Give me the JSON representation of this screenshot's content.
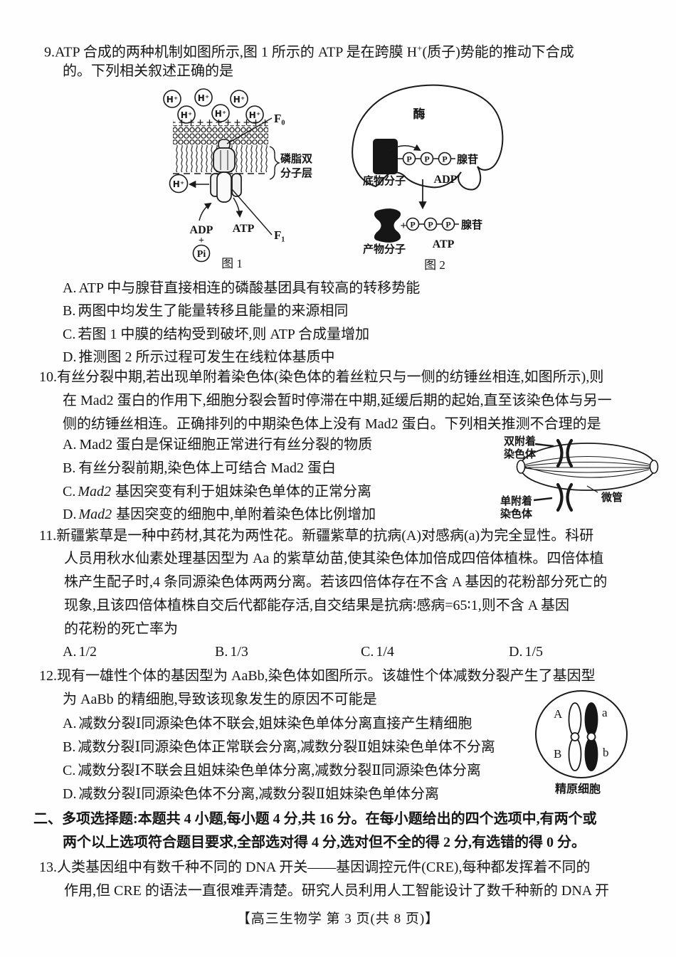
{
  "page": {
    "footer": "【高三生物学 第 3 页(共 8 页)】"
  },
  "q9": {
    "stem1_pre": "9.ATP 合成的两种机制如图所示,图 1 所示的 ATP 是在跨膜 H",
    "stem1_sup": "+",
    "stem1_post": "(质子)势能的推动下合成",
    "stem2": "的。下列相关叙述正确的是",
    "options": [
      {
        "label": "A.",
        "text": "ATP 中与腺苷直接相连的磷酸基团具有较高的转移势能"
      },
      {
        "label": "B.",
        "text": "两图中均发生了能量转移且能量的来源相同"
      },
      {
        "label": "C.",
        "text": "若图 1 中膜的结构受到破坏,则 ATP 合成量增加"
      },
      {
        "label": "D.",
        "text": "推测图 2 所示过程可发生在线粒体基质中"
      }
    ]
  },
  "fig1": {
    "hplus": "H⁺",
    "f0": "F₀",
    "f1": "F₁",
    "bilayer1": "磷脂双",
    "bilayer2": "分子层",
    "adp": "ADP",
    "plus": "+",
    "pi": "Pi",
    "atp": "ATP",
    "caption": "图 1"
  },
  "fig2": {
    "enzyme": "酶",
    "substrate": "底物分子",
    "product": "产物分子",
    "p": "P",
    "adenosine": "腺苷",
    "adp": "ADP",
    "plus": "+",
    "atp": "ATP",
    "caption": "图 2"
  },
  "q10": {
    "stem_lines": [
      "10.有丝分裂中期,若出现单附着染色体(染色体的着丝粒只与一侧的纺锤丝相连,如图所示),则",
      "在 Mad2 蛋白的作用下,细胞分裂会暂时停滞在中期,延缓后期的起始,直至该染色体与另一",
      "侧的纺锤丝相连。正确排列的中期染色体上没有 Mad2 蛋白。下列相关推测不合理的是"
    ],
    "options": [
      {
        "label": "A.",
        "italic": "",
        "text": "Mad2 蛋白是保证细胞正常进行有丝分裂的物质"
      },
      {
        "label": "B.",
        "italic": "",
        "text": "有丝分裂前期,染色体上可结合 Mad2 蛋白"
      },
      {
        "label": "C.",
        "italic": "Mad2",
        "text": " 基因突变有利于姐妹染色单体的正常分离"
      },
      {
        "label": "D.",
        "italic": "Mad2",
        "text": " 基因突变的细胞中,单附着染色体比例增加"
      }
    ],
    "fig": {
      "bi1": "双附着",
      "bi2": "染色体",
      "mono1": "单附着",
      "mono2": "染色体",
      "microtubule": "微管"
    }
  },
  "q11": {
    "stem_lines": [
      "11.新疆紫草是一种中药材,其花为两性花。新疆紫草的抗病(A)对感病(a)为完全显性。科研",
      "人员用秋水仙素处理基因型为 Aa 的紫草幼苗,使其染色体加倍成四倍体植株。四倍体植",
      "株产生配子时,4 条同源染色体两两分离。若该四倍体存在不含 A 基因的花粉部分死亡的",
      "现象,且该四倍体植株自交后代都能存活,自交结果是抗病∶感病=65∶1,则不含 A 基因",
      "的花粉的死亡率为"
    ],
    "options": [
      {
        "label": "A.",
        "text": "1/2"
      },
      {
        "label": "B.",
        "text": "1/3"
      },
      {
        "label": "C.",
        "text": "1/4"
      },
      {
        "label": "D.",
        "text": "1/5"
      }
    ]
  },
  "q12": {
    "stem_lines": [
      "12.现有一雄性个体的基因型为 AaBb,染色体如图所示。该雄性个体减数分裂产生了基因型",
      "为 AaBb 的精细胞,导致该现象发生的原因不可能是"
    ],
    "options": [
      {
        "label": "A.",
        "text": "减数分裂Ⅰ同源染色体不联会,姐妹染色单体分离直接产生精细胞"
      },
      {
        "label": "B.",
        "text": "减数分裂Ⅰ同源染色体正常联会分离,减数分裂Ⅱ姐妹染色单体不分离"
      },
      {
        "label": "C.",
        "text": "减数分裂Ⅰ不联会且姐妹染色单体分离,减数分裂Ⅱ同源染色体分离"
      },
      {
        "label": "D.",
        "text": "减数分裂Ⅰ同源染色体不分离,减数分裂Ⅱ姐妹染色单体分离"
      }
    ],
    "fig": {
      "allele_top_left": "A",
      "allele_bottom_left": "B",
      "allele_top_right": "a",
      "allele_bottom_right": "b",
      "caption": "精原细胞"
    }
  },
  "section2": {
    "line1": "二、多项选择题:本题共 4 小题,每小题 4 分,共 16 分。在每小题给出的四个选项中,有两个或",
    "line2": "两个以上选项符合题目要求,全部选对得 4 分,选对但不全的得 2 分,有选错的得 0 分。"
  },
  "q13": {
    "stem_lines": [
      "13.人类基因组中有数千种不同的 DNA 开关——基因调控元件(CRE),每种都发挥着不同的",
      "作用,但 CRE 的语法一直很难弄清楚。研究人员利用人工智能设计了数千种新的 DNA 开"
    ]
  }
}
